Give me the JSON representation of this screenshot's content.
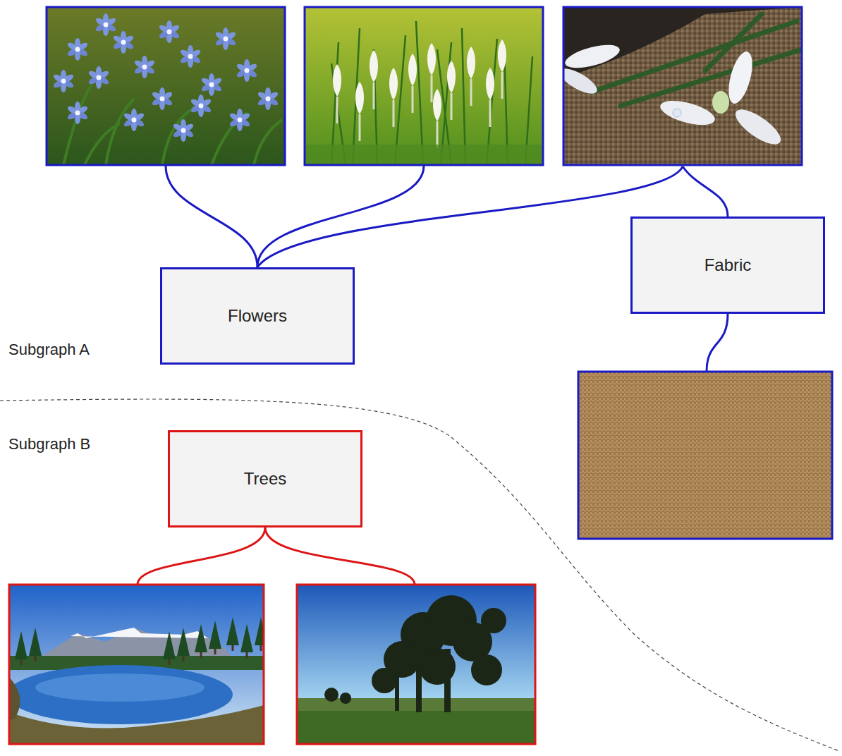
{
  "diagram": {
    "nodes": [
      {
        "text": [
          "Flowers"
        ]
      },
      {
        "text": [
          "Fabric"
        ]
      },
      {
        "text": [
          "Trees"
        ]
      }
    ],
    "labels": [
      "Subgraph A",
      "Subgraph B"
    ]
  }
}
